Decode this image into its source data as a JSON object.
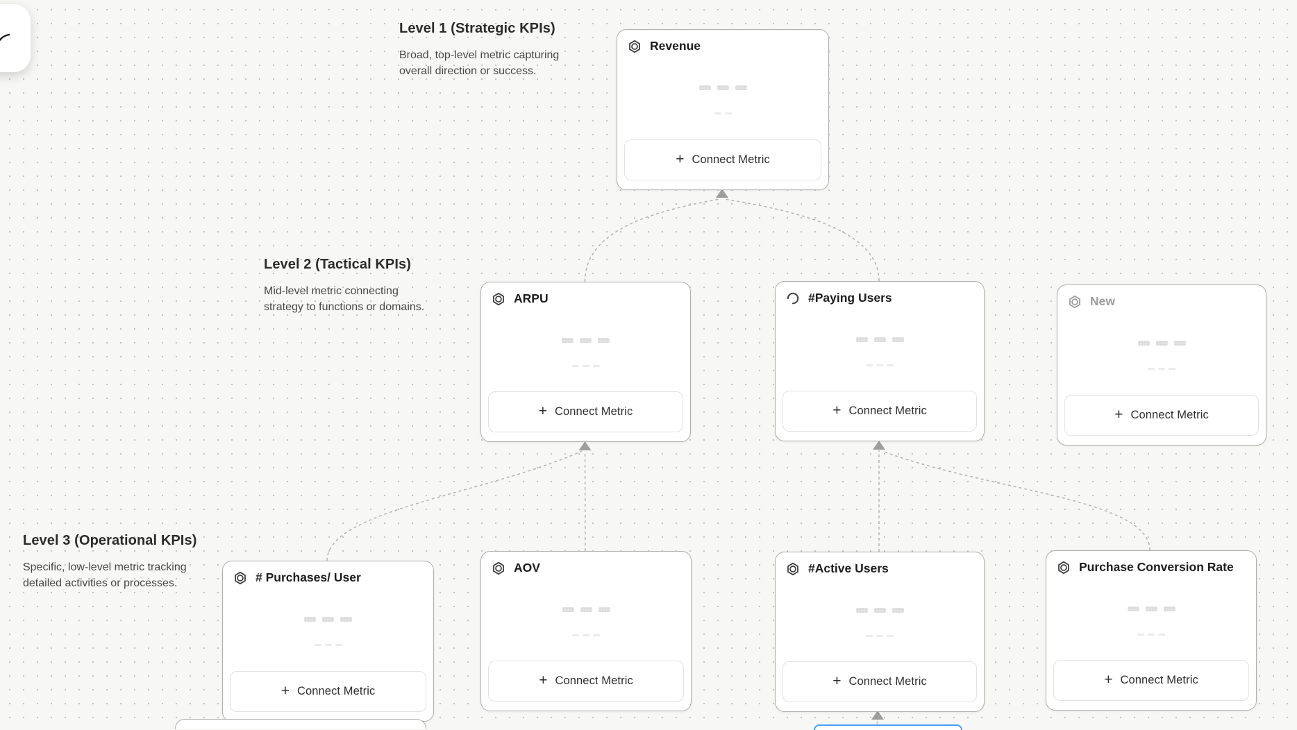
{
  "canvas": {
    "background_color": "#f7f7f5",
    "dot_color": "#c4c4c4",
    "card_border_color": "#b0b0b0",
    "connector_color": "#b3b3b3",
    "arrow_color": "#9e9e9e",
    "accent_selection_color": "#4b9fff",
    "muted_text_color": "#9c9c9c"
  },
  "labels": {
    "plus": "+",
    "connect_metric": "Connect Metric"
  },
  "levels": [
    {
      "title": "Level 1 (Strategic KPIs)",
      "description": [
        "Broad, top-level metric capturing",
        "overall direction or success."
      ]
    },
    {
      "title": "Level 2 (Tactical KPIs)",
      "description": [
        "Mid-level metric connecting",
        "strategy to functions or domains."
      ]
    },
    {
      "title": "Level 3 (Operational KPIs)",
      "description": [
        "Specific, low-level metric tracking",
        "detailed activities or processes."
      ]
    }
  ],
  "cards": [
    {
      "title": "Revenue",
      "level": 1,
      "icon": "hexagon-metric-icon"
    },
    {
      "title": "ARPU",
      "level": 2,
      "icon": "hexagon-metric-icon"
    },
    {
      "title": "#Paying Users",
      "level": 2,
      "icon": "spinner-icon"
    },
    {
      "title": "New",
      "level": 2,
      "icon": "hexagon-metric-icon",
      "muted": true
    },
    {
      "title": "# Purchases/ User",
      "level": 3,
      "icon": "hexagon-metric-icon"
    },
    {
      "title": "AOV",
      "level": 3,
      "icon": "hexagon-metric-icon"
    },
    {
      "title": "#Active Users",
      "level": 3,
      "icon": "hexagon-metric-icon"
    },
    {
      "title": "Purchase Conversion Rate",
      "level": 3,
      "icon": "hexagon-metric-icon"
    }
  ]
}
